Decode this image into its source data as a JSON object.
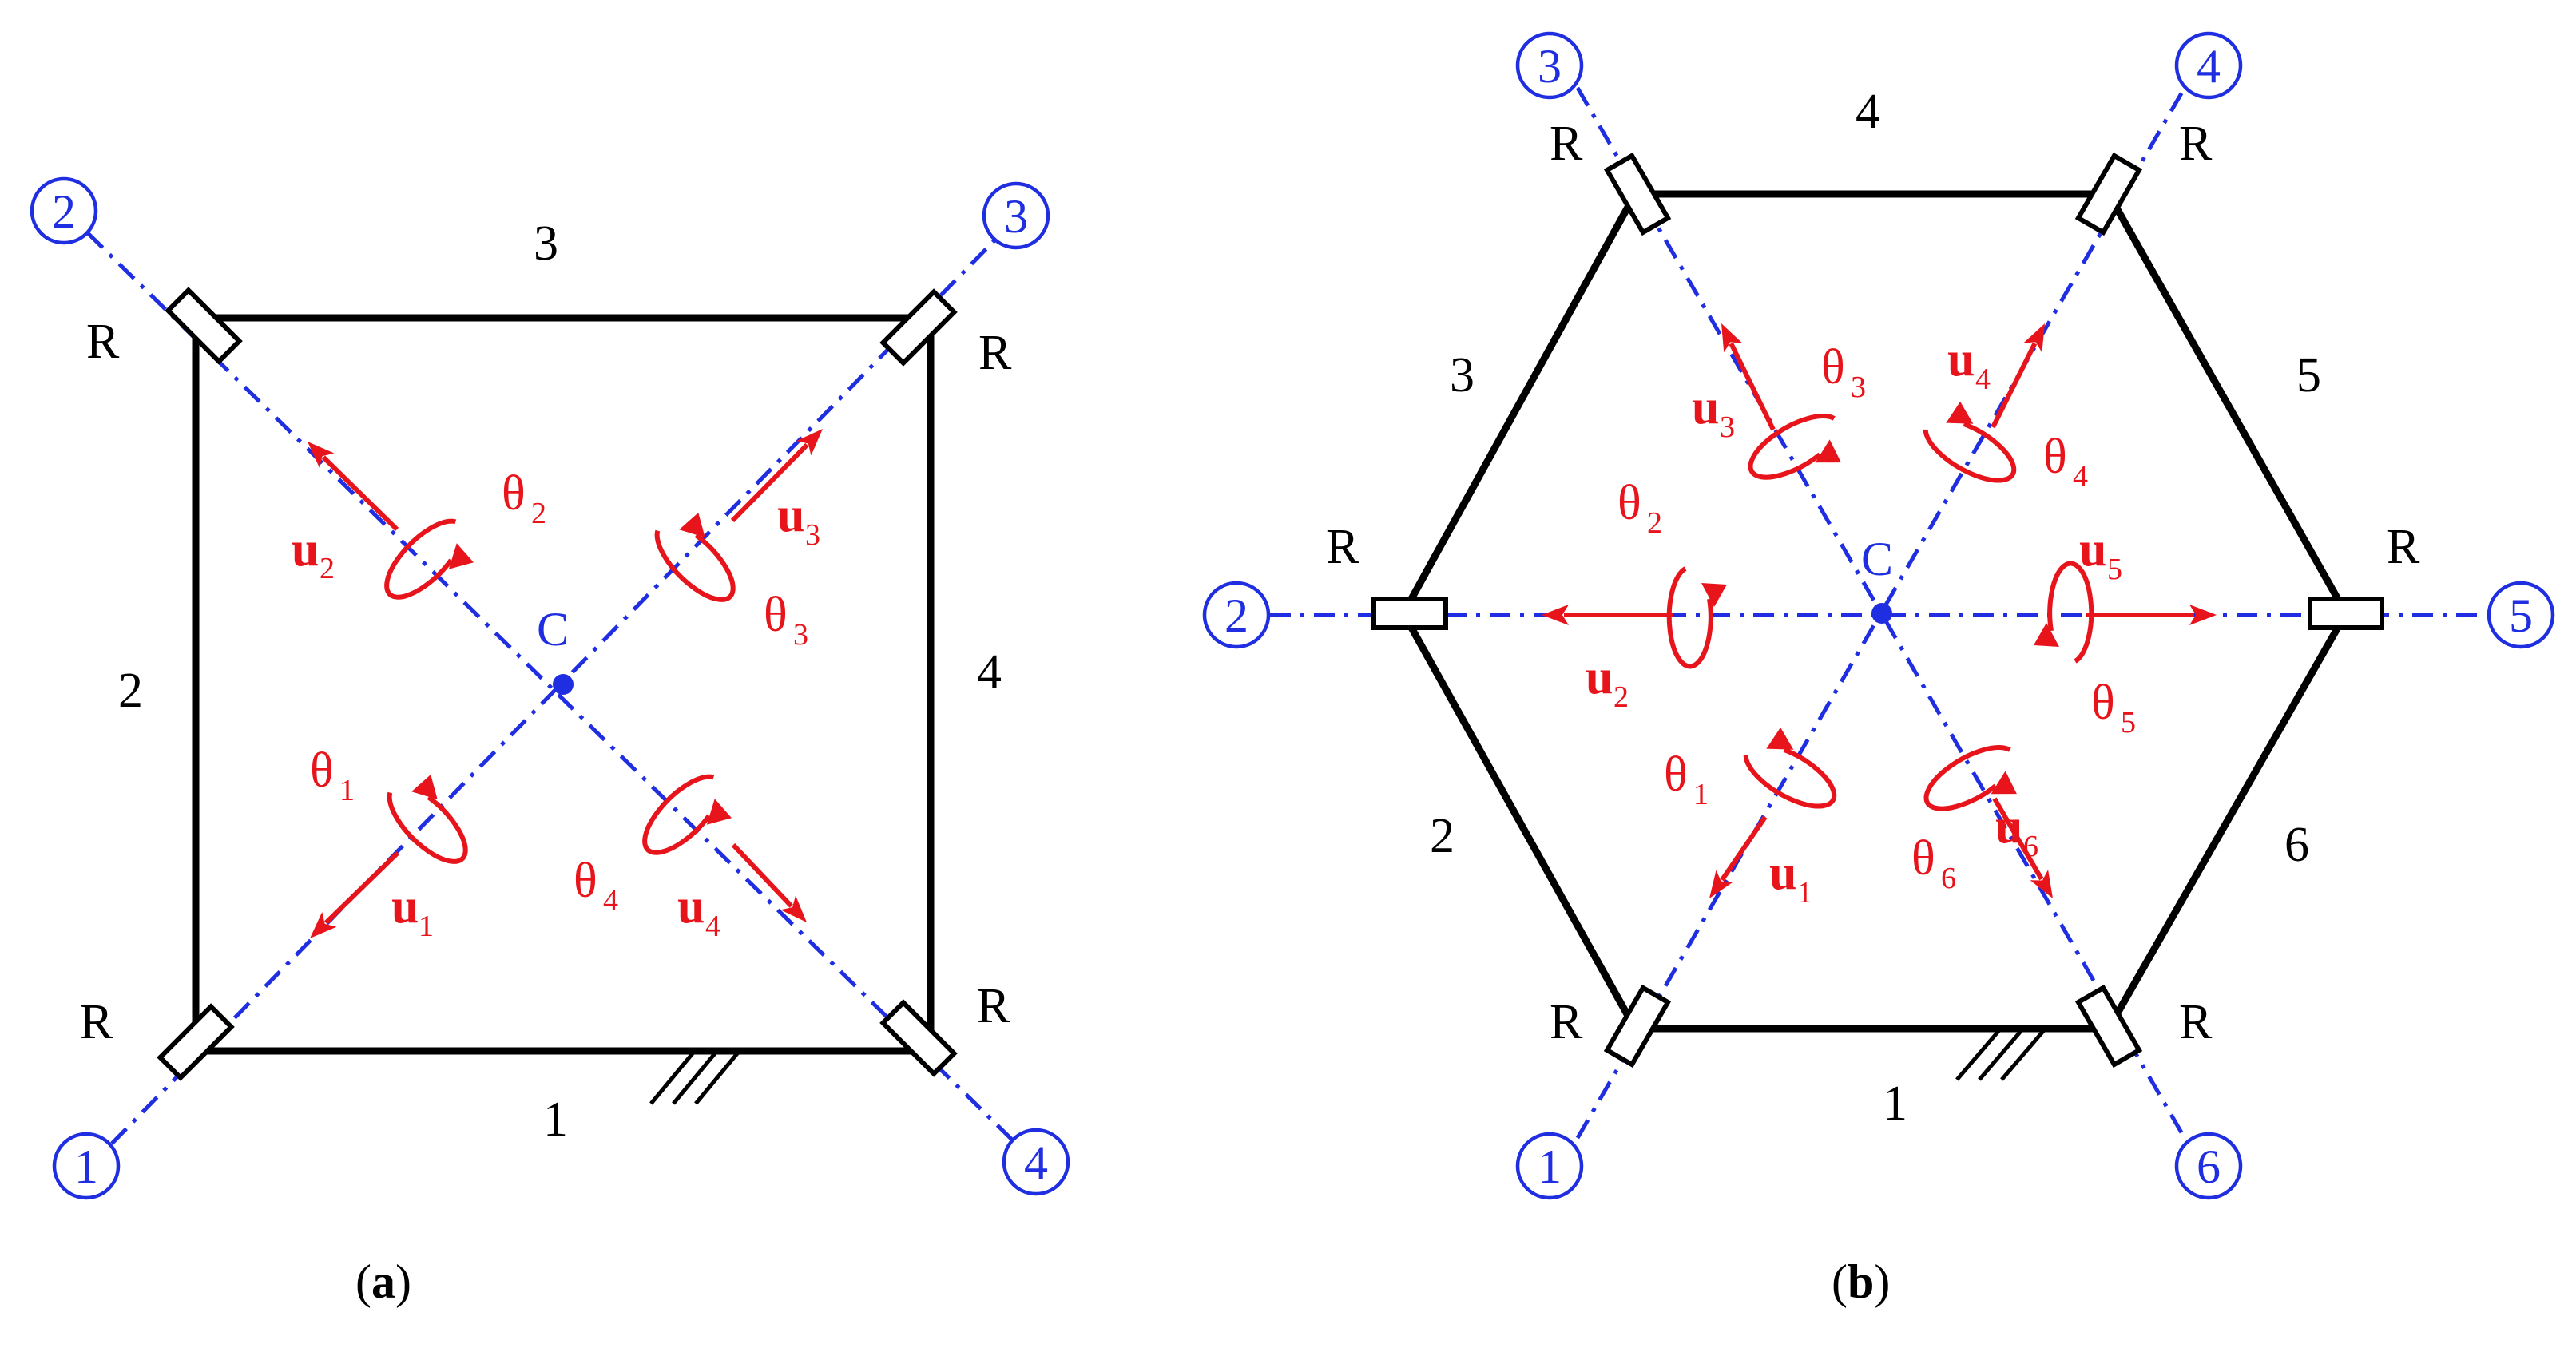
{
  "colors": {
    "structure": "#000000",
    "axis": "#1f2ee0",
    "vector": "#e8141c"
  },
  "figure_a": {
    "caption_letter": "a",
    "center_label": "C",
    "joint_label": "R",
    "edge_labels": [
      "1",
      "2",
      "3",
      "4"
    ],
    "axes": [
      {
        "node": "1",
        "u": "u",
        "u_sub": "1",
        "theta": "θ",
        "theta_sub": "1"
      },
      {
        "node": "2",
        "u": "u",
        "u_sub": "2",
        "theta": "θ",
        "theta_sub": "2"
      },
      {
        "node": "3",
        "u": "u",
        "u_sub": "3",
        "theta": "θ",
        "theta_sub": "3"
      },
      {
        "node": "4",
        "u": "u",
        "u_sub": "4",
        "theta": "θ",
        "theta_sub": "4"
      }
    ]
  },
  "figure_b": {
    "caption_letter": "b",
    "center_label": "C",
    "joint_label": "R",
    "edge_labels": [
      "1",
      "2",
      "3",
      "4",
      "5",
      "6"
    ],
    "axes": [
      {
        "node": "1",
        "u": "u",
        "u_sub": "1",
        "theta": "θ",
        "theta_sub": "1"
      },
      {
        "node": "2",
        "u": "u",
        "u_sub": "2",
        "theta": "θ",
        "theta_sub": "2"
      },
      {
        "node": "3",
        "u": "u",
        "u_sub": "3",
        "theta": "θ",
        "theta_sub": "3"
      },
      {
        "node": "4",
        "u": "u",
        "u_sub": "4",
        "theta": "θ",
        "theta_sub": "4"
      },
      {
        "node": "5",
        "u": "u",
        "u_sub": "5",
        "theta": "θ",
        "theta_sub": "5"
      },
      {
        "node": "6",
        "u": "u",
        "u_sub": "6",
        "theta": "θ",
        "theta_sub": "6"
      }
    ]
  }
}
